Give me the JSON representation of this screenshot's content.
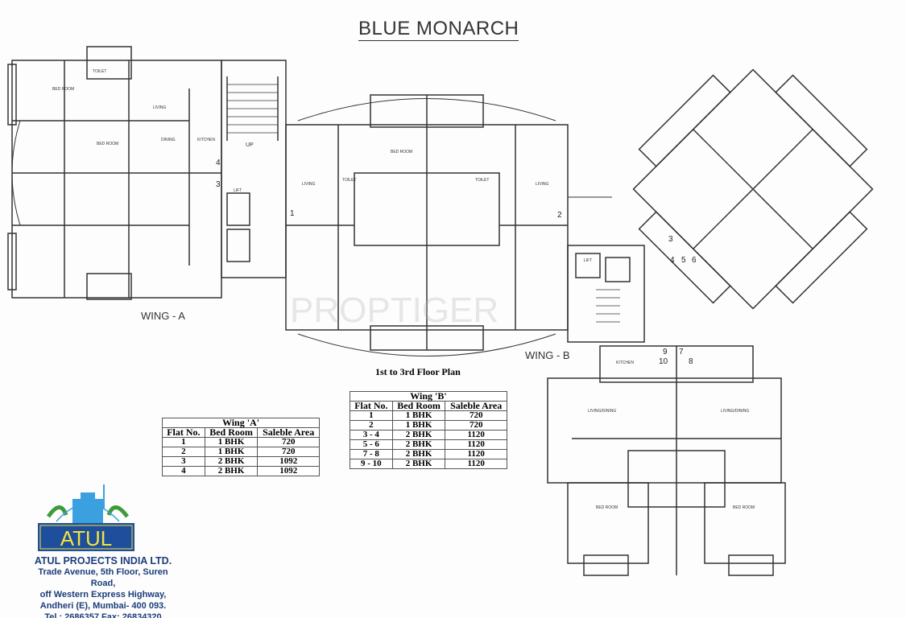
{
  "title": "BLUE MONARCH",
  "wing_a_label": "WING - A",
  "wing_b_label": "WING - B",
  "floor_plan_label": "1st to 3rd Floor Plan",
  "watermark": "PROPTIGER",
  "stair_label": "UP",
  "flat_numbers": [
    "1",
    "2",
    "3",
    "4",
    "5",
    "6",
    "7",
    "8",
    "9",
    "10"
  ],
  "room_labels": {
    "bed": "BED ROOM",
    "living": "LIVING",
    "dining": "DINING",
    "kitchen": "KITCHEN",
    "toilet": "TOILET",
    "lift": "LIFT",
    "living_dining": "LIVING/DINING"
  },
  "wing_a_table": {
    "title": "Wing 'A'",
    "headers": [
      "Flat No.",
      "Bed Room",
      "Saleble Area"
    ],
    "rows": [
      [
        "1",
        "1 BHK",
        "720"
      ],
      [
        "2",
        "1 BHK",
        "720"
      ],
      [
        "3",
        "2 BHK",
        "1092"
      ],
      [
        "4",
        "2 BHK",
        "1092"
      ]
    ]
  },
  "wing_b_table": {
    "title": "Wing 'B'",
    "headers": [
      "Flat No.",
      "Bed Room",
      "Saleble Area"
    ],
    "rows": [
      [
        "1",
        "1 BHK",
        "720"
      ],
      [
        "2",
        "1 BHK",
        "720"
      ],
      [
        "3 - 4",
        "2 BHK",
        "1120"
      ],
      [
        "5 - 6",
        "2 BHK",
        "1120"
      ],
      [
        "7 - 8",
        "2 BHK",
        "1120"
      ],
      [
        "9 - 10",
        "2 BHK",
        "1120"
      ]
    ]
  },
  "logo": {
    "text": "ATUL",
    "colors": {
      "blue": "#1f4e9c",
      "yellow": "#f2e33a",
      "sky": "#3aa0e0",
      "green": "#3f9a3a"
    }
  },
  "company": {
    "name": "ATUL PROJECTS INDIA LTD.",
    "address": [
      "Trade Avenue, 5th Floor, Suren Road,",
      "off Western Express Highway,",
      "Andheri (E), Mumbai- 400 093."
    ],
    "contact": "Tel.: 2686357 Fax: 26834320"
  }
}
